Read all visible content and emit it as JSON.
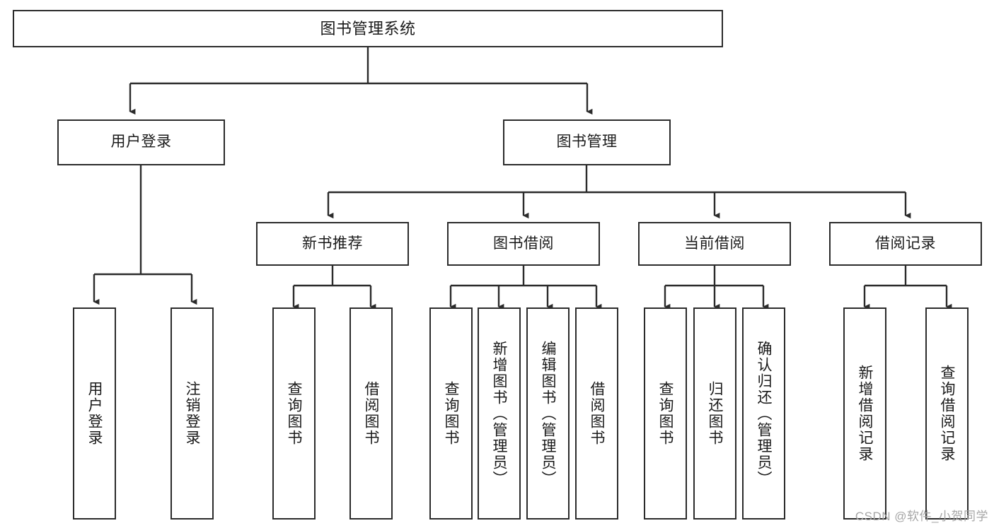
{
  "diagram": {
    "title": "图书管理系统",
    "type": "tree-hierarchy",
    "watermark": "CSDN @软件_小贺同学",
    "colors": {
      "stroke": "#2b2b2b",
      "fill": "#ffffff",
      "text": "#1a1a1a",
      "watermark": "#a6a6a6"
    },
    "nodes": {
      "root": {
        "label": "图书管理系统"
      },
      "level2": [
        {
          "label": "用户登录"
        },
        {
          "label": "图书管理"
        }
      ],
      "level3": [
        {
          "label": "新书推荐"
        },
        {
          "label": "图书借阅"
        },
        {
          "label": "当前借阅"
        },
        {
          "label": "借阅记录"
        }
      ],
      "leaves_user_login": [
        {
          "label": "用户登录"
        },
        {
          "label": "注销登录"
        }
      ],
      "leaves_new_books": [
        {
          "label": "查询图书"
        },
        {
          "label": "借阅图书"
        }
      ],
      "leaves_borrow": [
        {
          "label": "查询图书"
        },
        {
          "label": "新增图书（管理员）"
        },
        {
          "label": "编辑图书（管理员）"
        },
        {
          "label": "借阅图书"
        }
      ],
      "leaves_current": [
        {
          "label": "查询图书"
        },
        {
          "label": "归还图书"
        },
        {
          "label": "确认归还（管理员）"
        }
      ],
      "leaves_records": [
        {
          "label": "新增借阅记录"
        },
        {
          "label": "查询借阅记录"
        }
      ]
    }
  }
}
